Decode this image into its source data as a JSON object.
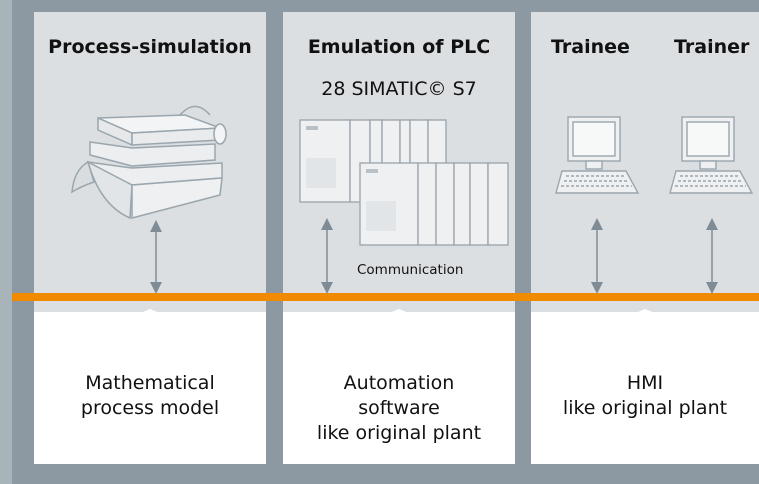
{
  "columns": [
    {
      "title": "Process-simulation",
      "box_lines": [
        "Mathematical",
        "process model"
      ]
    },
    {
      "title": "Emulation of PLC",
      "subtitle": "28 SIMATIC© S7",
      "note": "Communication",
      "box_lines": [
        "Automation",
        "software",
        "like original plant"
      ]
    },
    {
      "roles": [
        "Trainee",
        "Trainer"
      ],
      "box_lines": [
        "HMI",
        "like original plant"
      ]
    }
  ],
  "colors": {
    "background": "#8c99a3",
    "panel": "#dcdfe1",
    "bus": "#f08a00",
    "box": "#ffffff",
    "arrow": "#7f8c96"
  },
  "icons": [
    "process-vessel-icon",
    "plc-rack-icon",
    "computer-icon",
    "double-arrow-icon"
  ]
}
